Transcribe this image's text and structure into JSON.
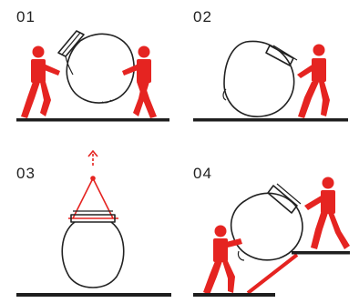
{
  "steps": [
    {
      "number": "01"
    },
    {
      "number": "02"
    },
    {
      "number": "03"
    },
    {
      "number": "04"
    }
  ],
  "colors": {
    "figure": "#e52421",
    "line": "#222222",
    "ground": "#1e1e1e",
    "background": "#ffffff"
  }
}
